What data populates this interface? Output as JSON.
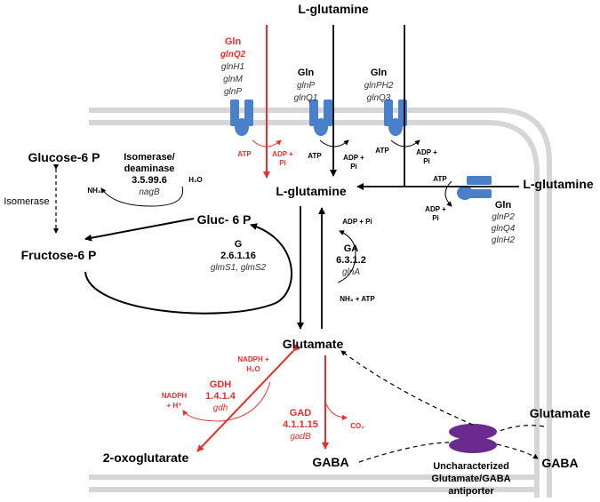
{
  "colors": {
    "membrane": "#d6d6d6",
    "transporter": "#4a7fc9",
    "antiporter": "#6a2a90",
    "red": "#e8302a",
    "black": "#000000"
  },
  "compounds": {
    "lglutamine_top": "L-glutamine",
    "lglutamine_center": "L-glutamine",
    "lglutamine_right": "L-glutamine",
    "glucose6p": "Glucose-6 P",
    "fructose6p": "Fructose-6 P",
    "gluc6p": "Gluc- 6 P",
    "glutamate_center": "Glutamate",
    "glutamate_right": "Glutamate",
    "oxoglutarate": "2-oxoglutarate",
    "gaba_center": "GABA",
    "gaba_right": "GABA"
  },
  "transporters": {
    "red": {
      "title": "Gln",
      "genes": [
        "glnQ2",
        "glnH1",
        "glnM",
        "glnP"
      ],
      "atp": "ATP",
      "adp": [
        "ADP +",
        "Pi"
      ]
    },
    "t2": {
      "title": "Gln",
      "genes": [
        "glnP",
        "glnQ1"
      ],
      "atp": "ATP",
      "adp": [
        "ADP +",
        "Pi"
      ]
    },
    "t3": {
      "title": "Gln",
      "genes": [
        "glnPH2",
        "glnQ3"
      ],
      "atp": "ATP",
      "adp": [
        "ADP +",
        "Pi"
      ]
    },
    "t4": {
      "title": "Gln",
      "genes": [
        "glnP2",
        "glnQ4",
        "glnH2"
      ],
      "atp": "ATP",
      "adp": [
        "ADP +",
        "Pi"
      ]
    }
  },
  "enzymes": {
    "isomerase": "Isomerase",
    "deaminase": {
      "name_lines": [
        "Isomerase/",
        "deaminase"
      ],
      "ec": "3.5.99.6",
      "gene": "nagB",
      "nh3": "NH₃",
      "h2o": "H₂O"
    },
    "g": {
      "name": "G",
      "ec": "2.6.1.16",
      "genes": "glmS1, glmS2"
    },
    "ga": {
      "name": "GA",
      "ec": "6.3.1.2",
      "gene": "glnA",
      "adp_pi": "ADP + Pi",
      "nh3_atp": "NH₃ + ATP"
    },
    "gdh": {
      "name": "GDH",
      "ec": "1.4.1.4",
      "gene": "gdh",
      "nadph_h2o": [
        "NADPH +",
        "H₂O"
      ],
      "nadph_h": [
        "NADPH",
        "+ H⁺"
      ]
    },
    "gad": {
      "name": "GAD",
      "ec": "4.1.1.15",
      "gene": "gadB",
      "co2": "CO₂"
    }
  },
  "antiporter_label": [
    "Uncharacterized",
    "Glutamate/GABA",
    "antiporter"
  ]
}
